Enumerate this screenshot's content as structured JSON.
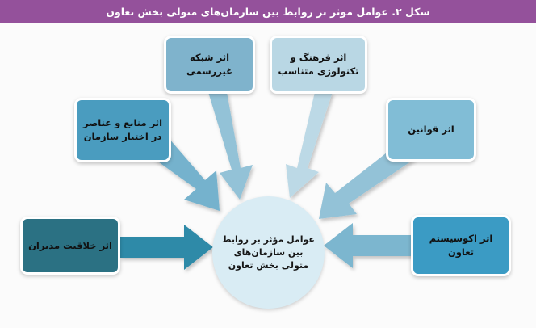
{
  "title": {
    "text": "شکل ۲. عوامل موثر بر روابط بین سازمان‌های متولی بخش تعاون",
    "bar_color": "#94519b",
    "text_color": "#ffffff"
  },
  "background_color": "#fbfbfb",
  "center": {
    "name": "center-concept",
    "shape": "ellipse",
    "fill_color": "#d9ecf4",
    "lines": [
      "عوامل مؤثر بر روابط",
      "بین سازمان‌های",
      "متولی بخش تعاون"
    ]
  },
  "nodes": [
    {
      "id": "informal-network",
      "lines": [
        "اثر شبکه",
        "غیررسمی"
      ],
      "fill_color": "#7fb3cc",
      "position": "top-left-of-top-row"
    },
    {
      "id": "culture-tech",
      "lines": [
        "اثر فرهنگ و",
        "تکنولوژی متناسب"
      ],
      "fill_color": "#b9d7e4",
      "position": "top-right-of-top-row"
    },
    {
      "id": "resources",
      "lines": [
        "اثر منابع و عناصر",
        "در اختیار سازمان"
      ],
      "fill_color": "#4a9cbf",
      "position": "upper-left"
    },
    {
      "id": "laws",
      "lines": [
        "اثر قوانین"
      ],
      "fill_color": "#81bdd6",
      "position": "upper-right"
    },
    {
      "id": "creativity",
      "lines": [
        "اثر خلاقیت مدیران"
      ],
      "fill_color": "#2b7183",
      "position": "lower-left"
    },
    {
      "id": "ecosystem",
      "lines": [
        "اثر اکوسیستم",
        "تعاون"
      ],
      "fill_color": "#3b9bc4",
      "position": "lower-right"
    }
  ],
  "arrows": [
    {
      "id": "arrow-informal-network-to-center",
      "from": "informal-network",
      "to": "center",
      "color": "#93c2d7",
      "direction": "down-right"
    },
    {
      "id": "arrow-culture-tech-to-center",
      "from": "culture-tech",
      "to": "center",
      "color": "#bcd9e6",
      "direction": "down-left"
    },
    {
      "id": "arrow-resources-to-center",
      "from": "resources",
      "to": "center",
      "color": "#74b2cd",
      "direction": "down-right"
    },
    {
      "id": "arrow-laws-to-center",
      "from": "laws",
      "to": "center",
      "color": "#93c2d7",
      "direction": "down-left"
    },
    {
      "id": "arrow-creativity-to-center",
      "from": "creativity",
      "to": "center",
      "color": "#2e8aa8",
      "direction": "right"
    },
    {
      "id": "arrow-ecosystem-to-center",
      "from": "ecosystem",
      "to": "center",
      "color": "#7cb6cf",
      "direction": "left"
    }
  ]
}
